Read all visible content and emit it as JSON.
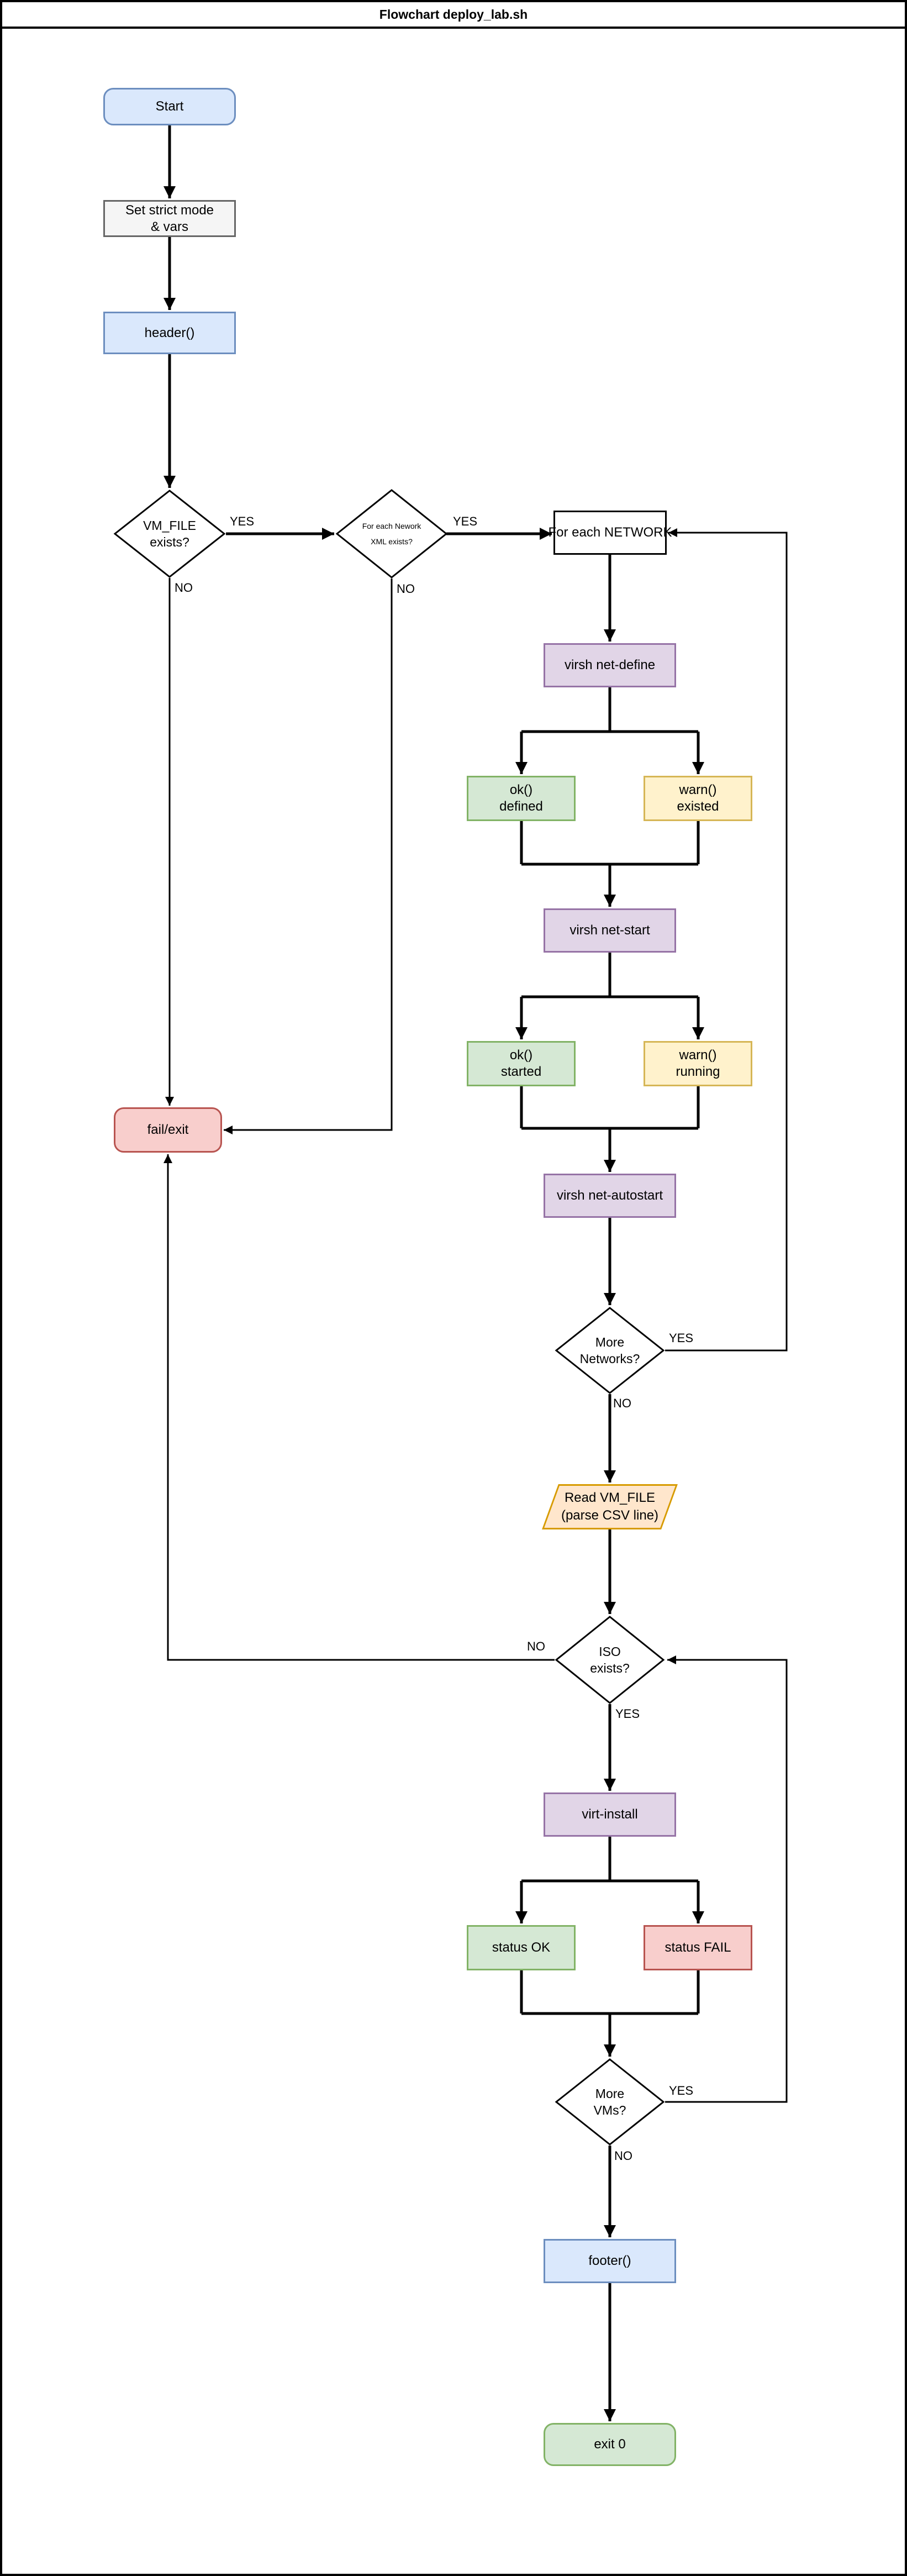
{
  "title": "Flowchart deploy_lab.sh",
  "labels": {
    "yes": "YES",
    "no": "NO"
  },
  "nodes": {
    "start": {
      "label": "Start"
    },
    "set_strict": {
      "lines": [
        "Set strict mode",
        "& vars"
      ]
    },
    "header_fn": {
      "label": "header()"
    },
    "vm_file_exists": {
      "lines": [
        "VM_FILE",
        "exists?"
      ]
    },
    "network_xml_exists": {
      "lines": [
        "For each Nework",
        "XML exists?"
      ]
    },
    "for_each_network": {
      "label": "For each NETWORK"
    },
    "net_define": {
      "label": "virsh net-define"
    },
    "ok_defined": {
      "lines": [
        "ok()",
        "defined"
      ]
    },
    "warn_existed": {
      "lines": [
        "warn()",
        "existed"
      ]
    },
    "net_start": {
      "label": "virsh net-start"
    },
    "ok_started": {
      "lines": [
        "ok()",
        "started"
      ]
    },
    "warn_running": {
      "lines": [
        "warn()",
        "running"
      ]
    },
    "net_autostart": {
      "label": "virsh net-autostart"
    },
    "more_networks": {
      "lines": [
        "More",
        "Networks?"
      ]
    },
    "read_vm_file": {
      "lines": [
        "Read VM_FILE",
        "(parse CSV line)"
      ]
    },
    "iso_exists": {
      "lines": [
        "ISO",
        "exists?"
      ]
    },
    "virt_install": {
      "label": "virt-install"
    },
    "status_ok": {
      "label": "status OK"
    },
    "status_fail": {
      "label": "status FAIL"
    },
    "more_vms": {
      "lines": [
        "More",
        "VMs?"
      ]
    },
    "footer_fn": {
      "label": "footer()"
    },
    "exit_zero": {
      "label": "exit 0"
    },
    "fail_exit": {
      "label": "fail/exit"
    }
  },
  "colors": {
    "blue_fill": "#dae8fc",
    "blue_stroke": "#6c8ebf",
    "gray_fill": "#f5f5f5",
    "gray_stroke": "#666666",
    "purple_fill": "#e1d5e7",
    "purple_stroke": "#9673a6",
    "green_fill": "#d5e8d4",
    "green_stroke": "#82b366",
    "yellow_fill": "#fff2cc",
    "yellow_stroke": "#d6b656",
    "orange_fill": "#ffe6cc",
    "orange_stroke": "#d79b00",
    "red_fill": "#f8cecc",
    "red_stroke": "#b85450",
    "edge": "#000000"
  }
}
